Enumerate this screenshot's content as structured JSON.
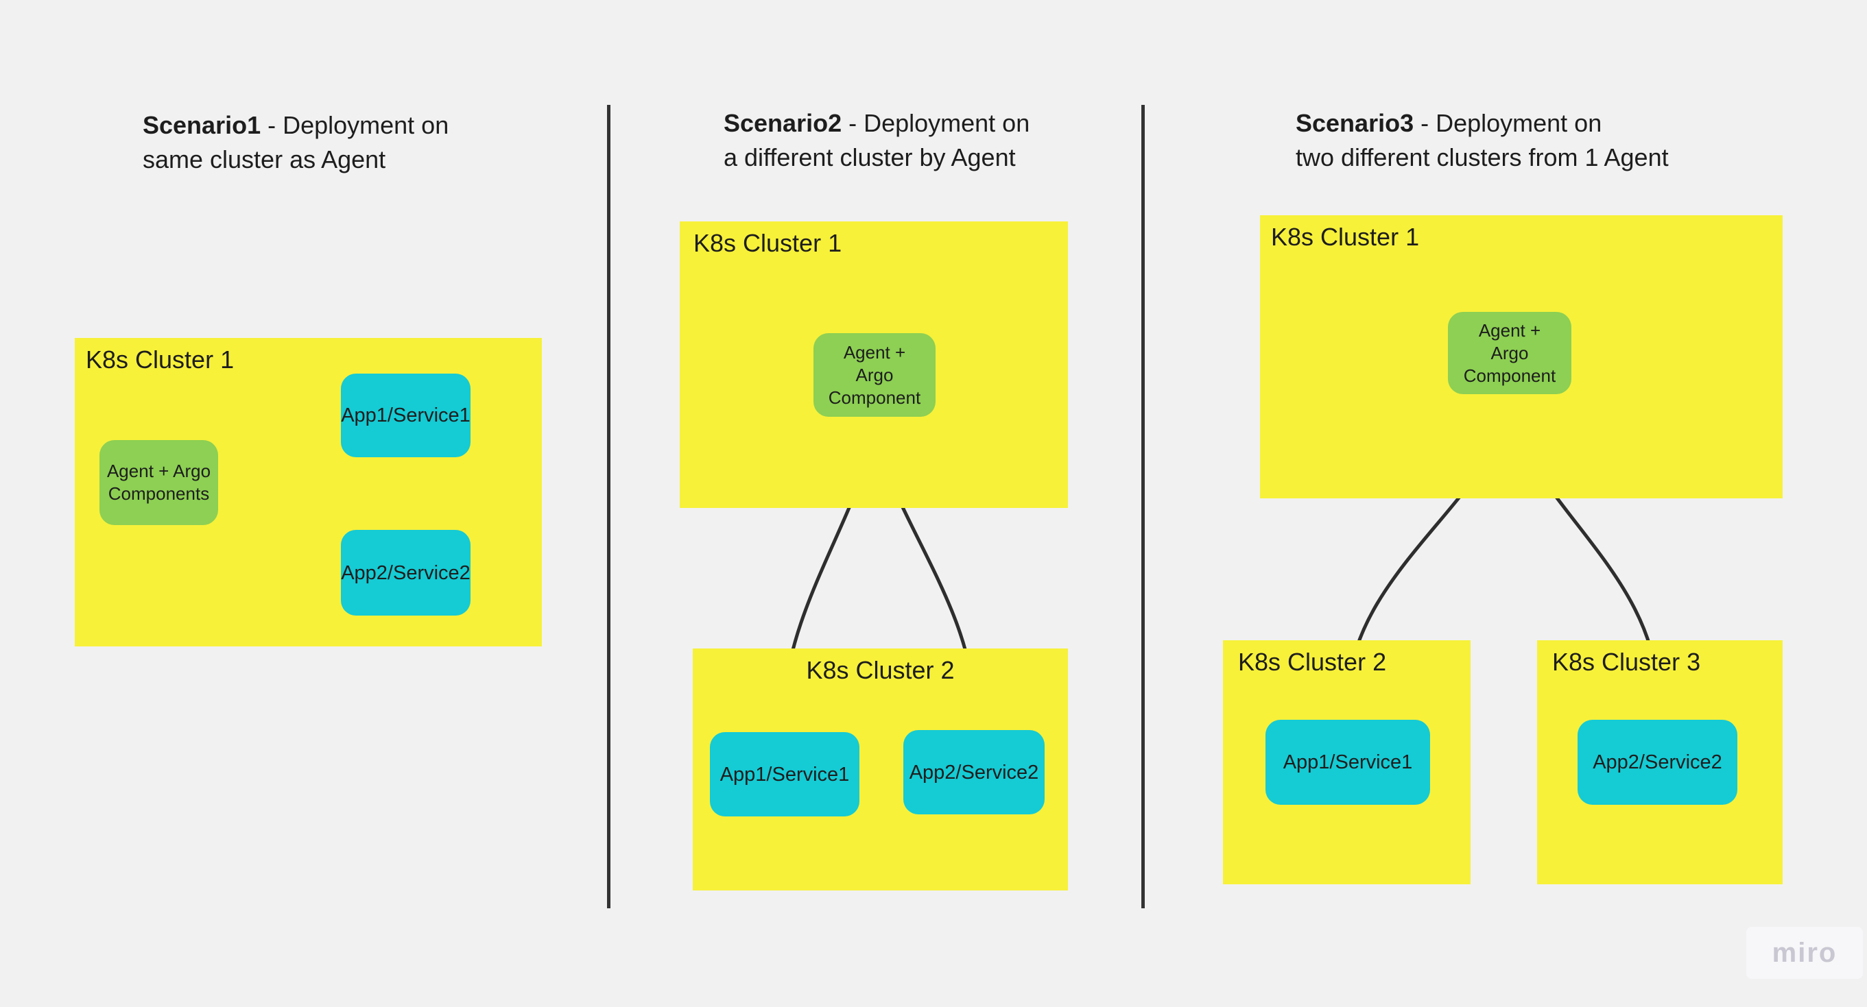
{
  "colors": {
    "background": "#F1F1F2",
    "cluster_fill": "#F7F13A",
    "agent_fill": "#8DD053",
    "app_fill": "#15CBD4",
    "connector": "#2E2E2E",
    "divider": "#333333",
    "text": "#1D1D1D",
    "watermark_text": "#C8C7D2"
  },
  "panels": {
    "s1": {
      "title": {
        "bold": "Scenario1",
        "rest": " - Deployment on",
        "line2": "same cluster as Agent"
      },
      "cluster1": {
        "label": "K8s Cluster 1"
      },
      "agent": {
        "line1": "Agent + Argo",
        "line2": "Components"
      },
      "app1": {
        "label": "App1/Service1"
      },
      "app2": {
        "label": "App2/Service2"
      }
    },
    "s2": {
      "title": {
        "bold": "Scenario2",
        "rest": " - Deployment on",
        "line2": "a different cluster by Agent"
      },
      "cluster1": {
        "label": "K8s Cluster 1"
      },
      "cluster2": {
        "label": "K8s Cluster 2"
      },
      "agent": {
        "line1": "Agent +",
        "line2": "Argo",
        "line3": "Component"
      },
      "app1": {
        "label": "App1/Service1"
      },
      "app2": {
        "label": "App2/Service2"
      }
    },
    "s3": {
      "title": {
        "bold": "Scenario3",
        "rest": " - Deployment on",
        "line2": "two different clusters from 1 Agent"
      },
      "cluster1": {
        "label": "K8s Cluster 1"
      },
      "cluster2": {
        "label": "K8s Cluster 2"
      },
      "cluster3": {
        "label": "K8s Cluster 3"
      },
      "agent": {
        "line1": "Agent +",
        "line2": "Argo",
        "line3": "Component"
      },
      "app1": {
        "label": "App1/Service1"
      },
      "app2": {
        "label": "App2/Service2"
      }
    }
  },
  "watermark": {
    "label": "miro"
  }
}
